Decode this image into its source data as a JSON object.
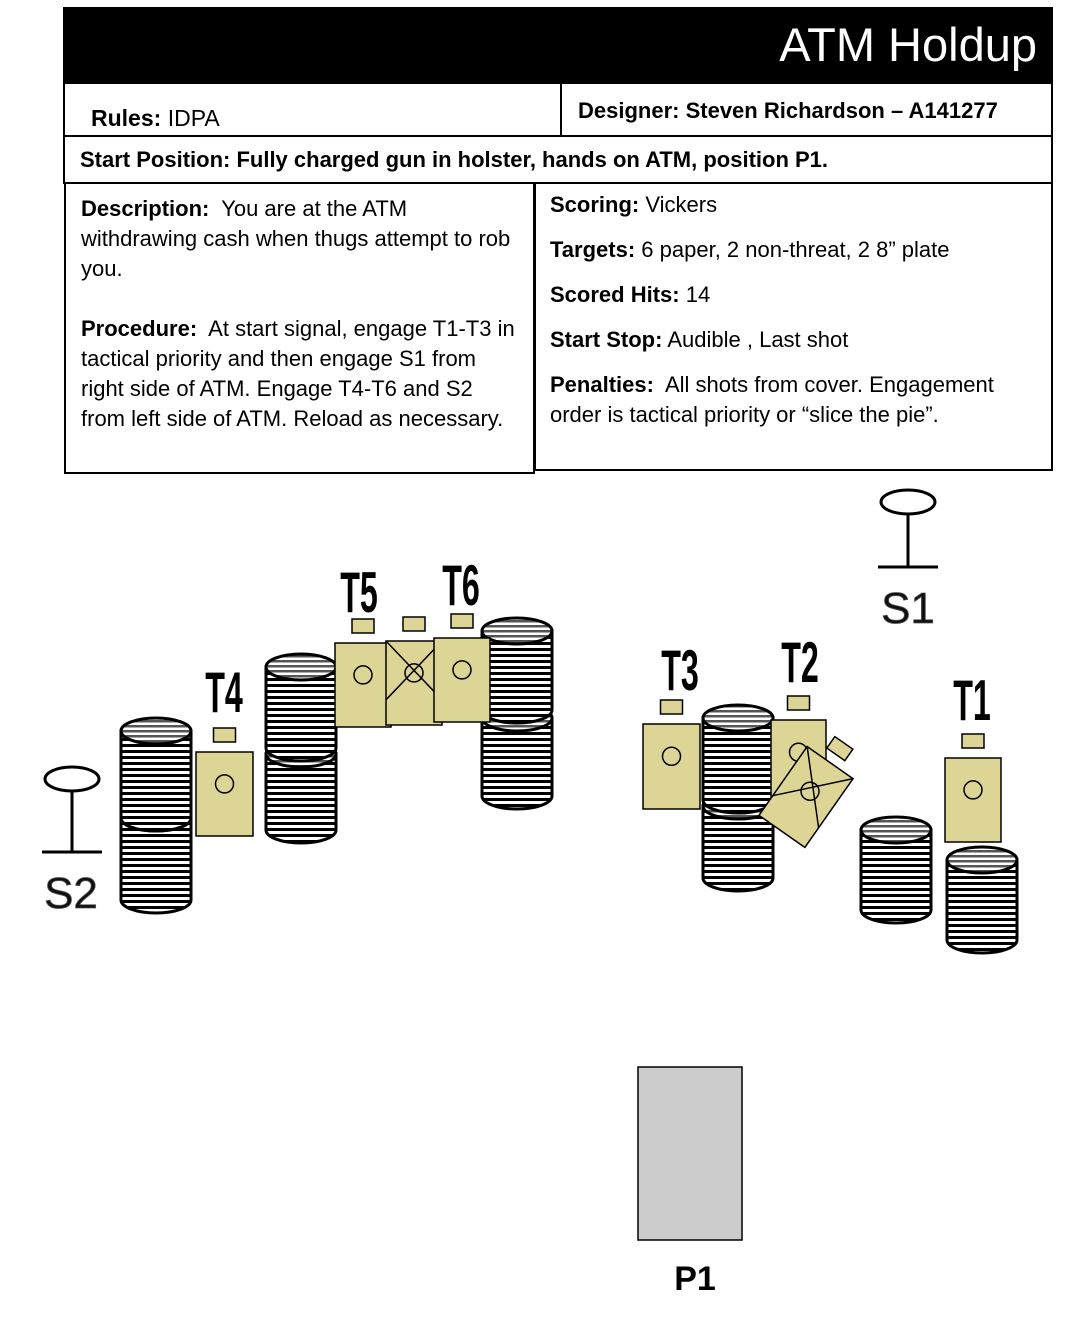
{
  "header": {
    "title": "ATM Holdup"
  },
  "rules": {
    "label": "Rules:",
    "value": "IDPA"
  },
  "designer": {
    "text": "Designer: Steven Richardson – A141277"
  },
  "start_position": {
    "text": "Start Position: Fully charged gun in holster, hands on ATM, position P1."
  },
  "description": {
    "label": "Description:",
    "text": "You are at the ATM withdrawing cash when thugs attempt to rob you."
  },
  "procedure": {
    "label": "Procedure:",
    "text": "At start signal, engage T1-T3  in tactical priority and then engage S1 from right side of ATM.  Engage T4-T6  and S2 from left side of ATM.  Reload as necessary."
  },
  "scoring": {
    "label": "Scoring:",
    "value": "Vickers"
  },
  "targets": {
    "label": "Targets:",
    "value": "6 paper, 2 non-threat, 2 8” plate"
  },
  "scored_hits": {
    "label": "Scored Hits:",
    "value": "14"
  },
  "start_stop": {
    "label": "Start Stop:",
    "value": "Audible , Last shot"
  },
  "penalties": {
    "label": "Penalties:",
    "text": "All shots from cover. Engagement order is tactical priority or “slice the pie”."
  },
  "stage_labels": {
    "t1": "T1",
    "t2": "T2",
    "t3": "T3",
    "t4": "T4",
    "t5": "T5",
    "t6": "T6",
    "s1": "S1",
    "s2": "S2",
    "p1": "P1"
  },
  "colors": {
    "target_fill": "#ddd596",
    "barrel_stripe": "#000000",
    "barrel_top": "#bbbbbb",
    "position_fill": "#cccccc",
    "header_bg": "#000000"
  }
}
